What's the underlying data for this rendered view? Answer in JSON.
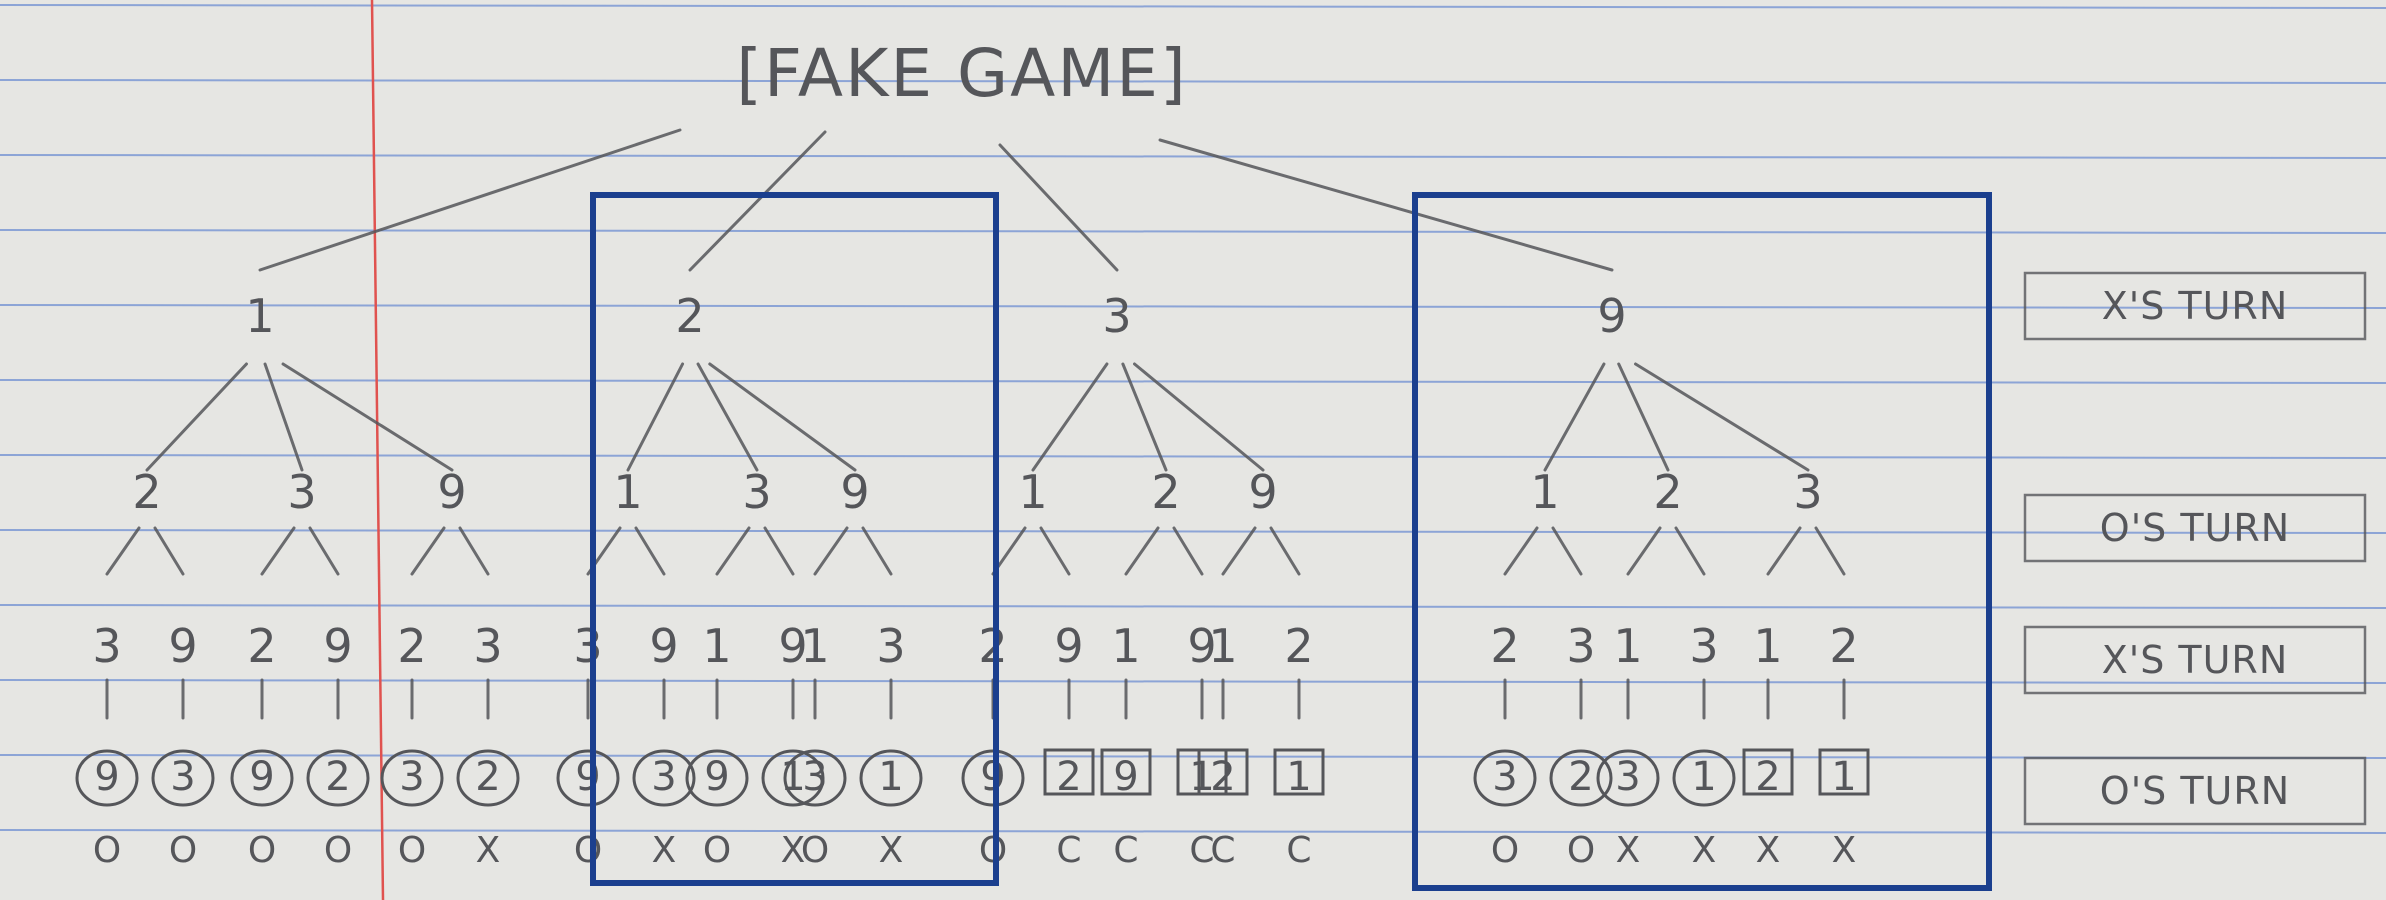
{
  "title": "[FAKE GAME]",
  "highlight_color": "#1b3f8e",
  "pencil_color": "#55565a",
  "turn_labels": [
    "X'S TURN",
    "O'S TURN",
    "X'S TURN",
    "O'S TURN"
  ],
  "tree": {
    "root": "[FAKE GAME]",
    "branches": [
      {
        "label": "1",
        "highlighted": false,
        "children": [
          {
            "label": "2",
            "children": [
              {
                "label": "3",
                "leaf": "9",
                "leaf_style": "circle",
                "outcome": "O"
              },
              {
                "label": "9",
                "leaf": "3",
                "leaf_style": "circle",
                "outcome": "O"
              }
            ]
          },
          {
            "label": "3",
            "children": [
              {
                "label": "2",
                "leaf": "9",
                "leaf_style": "circle",
                "outcome": "O"
              },
              {
                "label": "9",
                "leaf": "2",
                "leaf_style": "circle",
                "outcome": "O"
              }
            ]
          },
          {
            "label": "9",
            "children": [
              {
                "label": "2",
                "leaf": "3",
                "leaf_style": "circle",
                "outcome": "O"
              },
              {
                "label": "3",
                "leaf": "2",
                "leaf_style": "circle",
                "outcome": "X"
              }
            ]
          }
        ]
      },
      {
        "label": "2",
        "highlighted": true,
        "children": [
          {
            "label": "1",
            "children": [
              {
                "label": "3",
                "leaf": "9",
                "leaf_style": "circle",
                "outcome": "O"
              },
              {
                "label": "9",
                "leaf": "3",
                "leaf_style": "circle",
                "outcome": "X"
              }
            ]
          },
          {
            "label": "3",
            "children": [
              {
                "label": "1",
                "leaf": "9",
                "leaf_style": "circle",
                "outcome": "O"
              },
              {
                "label": "9",
                "leaf": "1",
                "leaf_style": "circle",
                "outcome": "X"
              }
            ]
          },
          {
            "label": "9",
            "children": [
              {
                "label": "1",
                "leaf": "3",
                "leaf_style": "circle",
                "outcome": "O"
              },
              {
                "label": "3",
                "leaf": "1",
                "leaf_style": "circle",
                "outcome": "X"
              }
            ]
          }
        ]
      },
      {
        "label": "3",
        "highlighted": false,
        "children": [
          {
            "label": "1",
            "children": [
              {
                "label": "2",
                "leaf": "9",
                "leaf_style": "circle",
                "outcome": "O"
              },
              {
                "label": "9",
                "leaf": "2",
                "leaf_style": "square",
                "outcome": "C"
              }
            ]
          },
          {
            "label": "2",
            "children": [
              {
                "label": "1",
                "leaf": "9",
                "leaf_style": "square",
                "outcome": "C"
              },
              {
                "label": "9",
                "leaf": "1",
                "leaf_style": "square",
                "outcome": "C"
              }
            ]
          },
          {
            "label": "9",
            "children": [
              {
                "label": "1",
                "leaf": "2",
                "leaf_style": "square",
                "outcome": "C"
              },
              {
                "label": "2",
                "leaf": "1",
                "leaf_style": "square",
                "outcome": "C"
              }
            ]
          }
        ]
      },
      {
        "label": "9",
        "highlighted": true,
        "children": [
          {
            "label": "1",
            "children": [
              {
                "label": "2",
                "leaf": "3",
                "leaf_style": "circle",
                "outcome": "O"
              },
              {
                "label": "3",
                "leaf": "2",
                "leaf_style": "circle",
                "outcome": "O"
              }
            ]
          },
          {
            "label": "2",
            "children": [
              {
                "label": "1",
                "leaf": "3",
                "leaf_style": "circle",
                "outcome": "X"
              },
              {
                "label": "3",
                "leaf": "1",
                "leaf_style": "circle",
                "outcome": "X"
              }
            ]
          },
          {
            "label": "3",
            "children": [
              {
                "label": "1",
                "leaf": "2",
                "leaf_style": "square",
                "outcome": "X"
              },
              {
                "label": "2",
                "leaf": "1",
                "leaf_style": "square",
                "outcome": "X"
              }
            ]
          }
        ]
      }
    ]
  }
}
